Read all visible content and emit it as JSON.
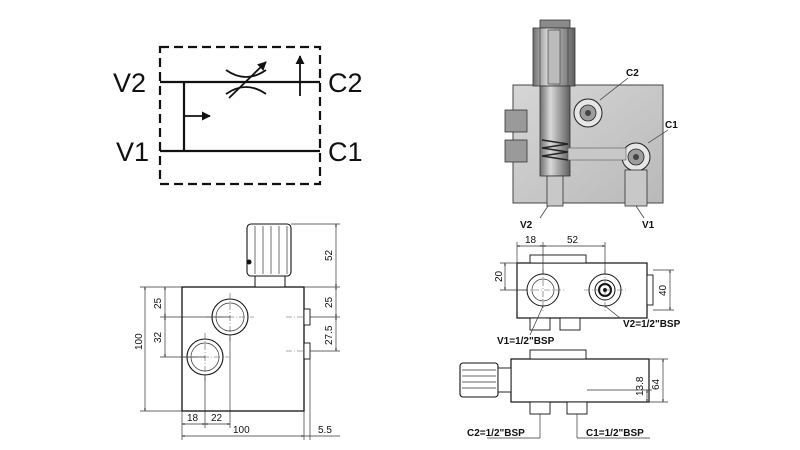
{
  "schematic": {
    "port_v2": "V2",
    "port_v1": "V1",
    "port_c2": "C2",
    "port_c1": "C1"
  },
  "section_view": {
    "label_c2": "C2",
    "label_c1": "C1",
    "label_v2": "V2",
    "label_v1": "V1"
  },
  "front_view": {
    "dim_height_total": "100",
    "dim_25_left": "25",
    "dim_32": "32",
    "dim_52": "52",
    "dim_25_right": "25",
    "dim_27_5": "27.5",
    "dim_18": "18",
    "dim_22": "22",
    "dim_width_total": "100",
    "dim_5_5": "5.5"
  },
  "top_view": {
    "dim_18": "18",
    "dim_52": "52",
    "dim_20": "20",
    "dim_40": "40",
    "label_v1": "V1=1/2\"BSP",
    "label_v2": "V2=1/2\"BSP"
  },
  "side_view": {
    "dim_13_8": "13.8",
    "dim_64": "64",
    "label_c2": "C2=1/2\"BSP",
    "label_c1": "C1=1/2\"BSP"
  }
}
